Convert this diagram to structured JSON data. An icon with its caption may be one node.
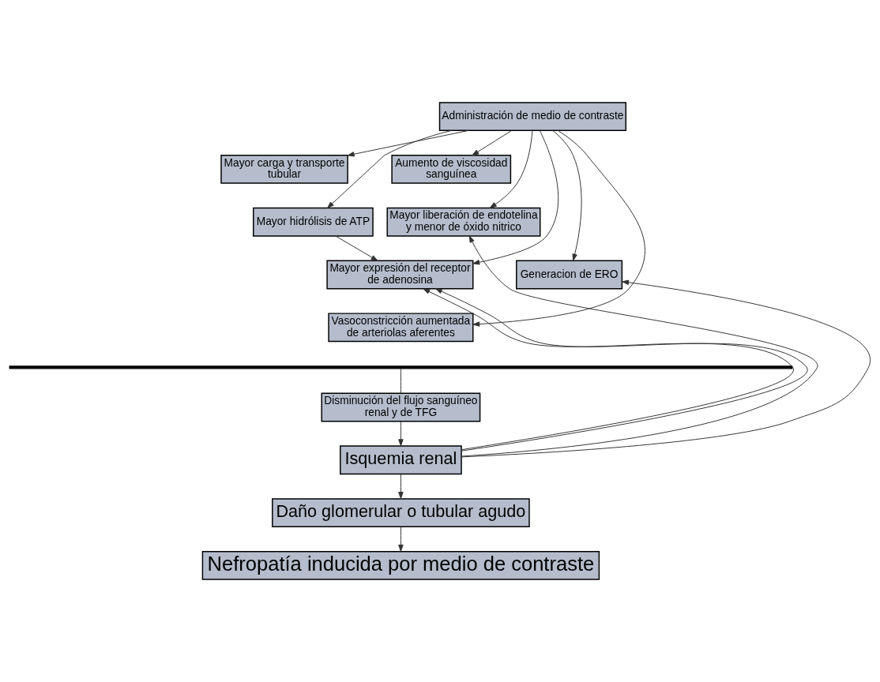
{
  "diagram": {
    "nodes": [
      {
        "text": [
          "Administración de medio de contraste"
        ]
      },
      {
        "text": [
          "Mayor carga y transporte tubular"
        ]
      },
      {
        "text": [
          "Aumento de viscosidad sanguínea"
        ]
      },
      {
        "text": [
          "Mayor hidrólisis de ATP"
        ]
      },
      {
        "text": [
          "Mayor liberación de endotelina y menor de óxido nitrico"
        ]
      },
      {
        "text": [
          "Mayor expresión del receptor de adenosina"
        ]
      },
      {
        "text": [
          "Generacion de ERO"
        ]
      },
      {
        "text": [
          "Vasoconstricción aumentada de arteriolas aferentes"
        ]
      },
      {
        "text": [],
        "shape": "bar"
      },
      {
        "text": [
          "Disminución del flujo sanguíneo renal y de TFG"
        ]
      },
      {
        "text": [
          "Isquemia renal"
        ]
      },
      {
        "text": [
          "Daño glomerular o tubular agudo"
        ]
      },
      {
        "text": [
          "Nefropatía inducida por medio de contraste"
        ]
      }
    ],
    "edges": [
      {
        "from": 0,
        "to": 1,
        "arrow": "to"
      },
      {
        "from": 0,
        "to": 3,
        "arrow": "to"
      },
      {
        "from": 0,
        "to": 5,
        "arrow": "to"
      },
      {
        "from": 0,
        "to": 7,
        "arrow": "to"
      },
      {
        "from": 0,
        "to": 6,
        "arrow": "to"
      },
      {
        "from": 0,
        "to": 4,
        "arrow": "to"
      },
      {
        "from": 0,
        "to": 2,
        "arrow": "to"
      },
      {
        "from": 3,
        "to": 5,
        "arrow": "to"
      },
      {
        "from": 8,
        "to": 9,
        "arrow": "none"
      },
      {
        "from": 9,
        "to": 10,
        "arrow": "to"
      },
      {
        "from": 10,
        "to": 5,
        "arrow": "to"
      },
      {
        "from": 10,
        "to": 5,
        "arrow": "to"
      },
      {
        "from": 10,
        "to": 6,
        "arrow": "to"
      },
      {
        "from": 10,
        "to": 4,
        "arrow": "to"
      },
      {
        "from": 10,
        "to": 11,
        "arrow": "to"
      },
      {
        "from": 11,
        "to": 12,
        "arrow": "to"
      }
    ]
  }
}
